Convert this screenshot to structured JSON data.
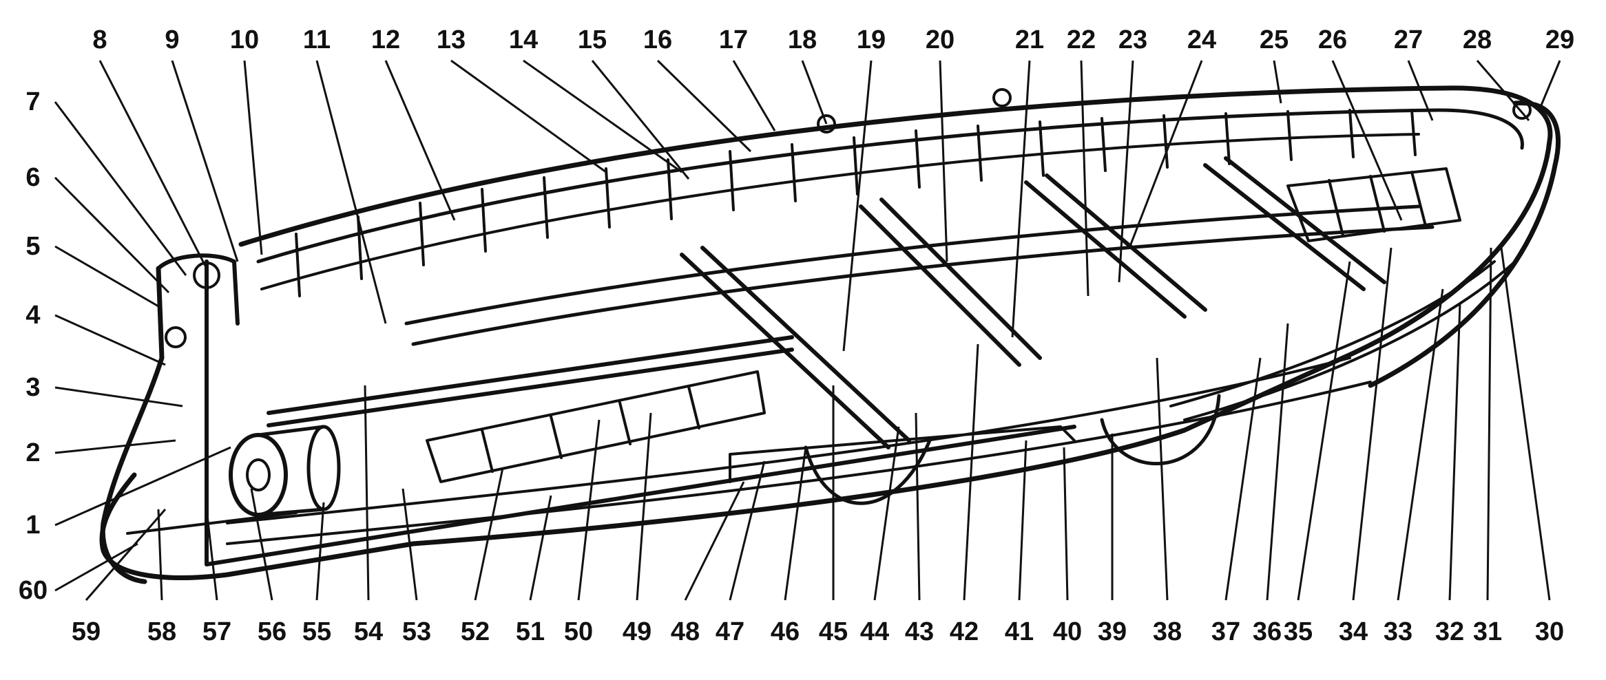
{
  "colors": {
    "ink": "#111111",
    "paper": "#ffffff",
    "shade": "#2b2b2b"
  },
  "labels": {
    "top": [
      "8",
      "9",
      "10",
      "11",
      "12",
      "13",
      "14",
      "15",
      "16",
      "17",
      "18",
      "19",
      "20",
      "21",
      "22",
      "23",
      "24",
      "25",
      "26",
      "27",
      "28",
      "29"
    ],
    "left": [
      "7",
      "6",
      "5",
      "4",
      "3",
      "2",
      "1",
      "60"
    ],
    "bottom": [
      "59",
      "58",
      "57",
      "56",
      "55",
      "54",
      "53",
      "52",
      "51",
      "50",
      "49",
      "48",
      "47",
      "46",
      "45",
      "44",
      "43",
      "42",
      "41",
      "40",
      "39",
      "38",
      "37",
      "36",
      "35",
      "34",
      "33",
      "32",
      "31",
      "30"
    ]
  }
}
